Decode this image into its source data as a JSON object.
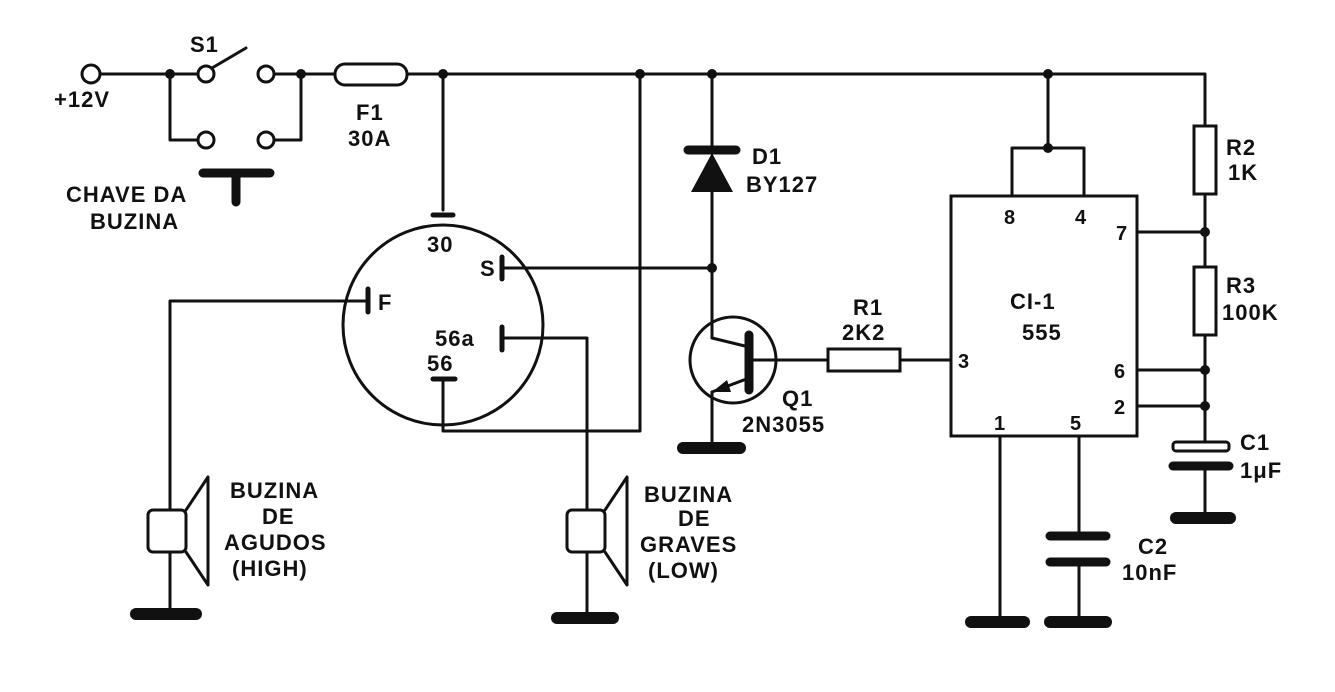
{
  "supply": {
    "label": "+12V"
  },
  "switch_s1": {
    "ref": "S1",
    "caption_line1": "CHAVE DA",
    "caption_line2": "BUZINA"
  },
  "fuse_f1": {
    "ref": "F1",
    "value": "30A"
  },
  "diode_d1": {
    "ref": "D1",
    "value": "BY127"
  },
  "relay": {
    "pin_30": "30",
    "pin_s": "S",
    "pin_f": "F",
    "pin_56a": "56a",
    "pin_56": "56"
  },
  "transistor_q1": {
    "ref": "Q1",
    "value": "2N3055"
  },
  "resistor_r1": {
    "ref": "R1",
    "value": "2K2"
  },
  "ic": {
    "ref": "CI-1",
    "value": "555",
    "pin_8": "8",
    "pin_4": "4",
    "pin_7": "7",
    "pin_3": "3",
    "pin_6": "6",
    "pin_2": "2",
    "pin_1": "1",
    "pin_5": "5"
  },
  "resistor_r2": {
    "ref": "R2",
    "value": "1K"
  },
  "resistor_r3": {
    "ref": "R3",
    "value": "100K"
  },
  "capacitor_c1": {
    "ref": "C1",
    "value": "1μF"
  },
  "capacitor_c2": {
    "ref": "C2",
    "value": "10nF"
  },
  "horn_high": {
    "line1": "BUZINA",
    "line2": "DE",
    "line3": "AGUDOS",
    "line4": "(HIGH)"
  },
  "horn_low": {
    "line1": "BUZINA",
    "line2": "DE",
    "line3": "GRAVES",
    "line4": "(LOW)"
  }
}
